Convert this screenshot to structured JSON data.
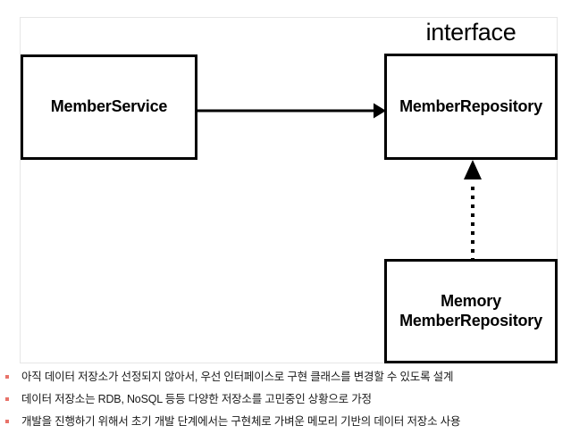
{
  "diagram": {
    "type": "uml-class-diagram",
    "stereotype_label": "interface",
    "boxes": [
      {
        "id": "member-service",
        "label": "MemberService"
      },
      {
        "id": "member-repository",
        "label": "MemberRepository"
      },
      {
        "id": "memory-member-repository",
        "label": "Memory\nMemberRepository"
      }
    ],
    "connectors": [
      {
        "id": "dependency",
        "from": "member-service",
        "to": "member-repository",
        "style": "solid",
        "arrowhead": "open"
      },
      {
        "id": "realization",
        "from": "memory-member-repository",
        "to": "member-repository",
        "style": "dotted",
        "arrowhead": "triangle"
      }
    ]
  },
  "notes": {
    "bullet_color": "#e8736a",
    "items": [
      "아직 데이터 저장소가 선정되지 않아서, 우선 인터페이스로 구현 클래스를 변경할 수 있도록 설계",
      "데이터 저장소는 RDB, NoSQL 등등 다양한 저장소를 고민중인 상황으로 가정",
      "개발을 진행하기 위해서 초기 개발 단계에서는 구현체로 가벼운 메모리 기반의 데이터 저장소 사용"
    ]
  }
}
